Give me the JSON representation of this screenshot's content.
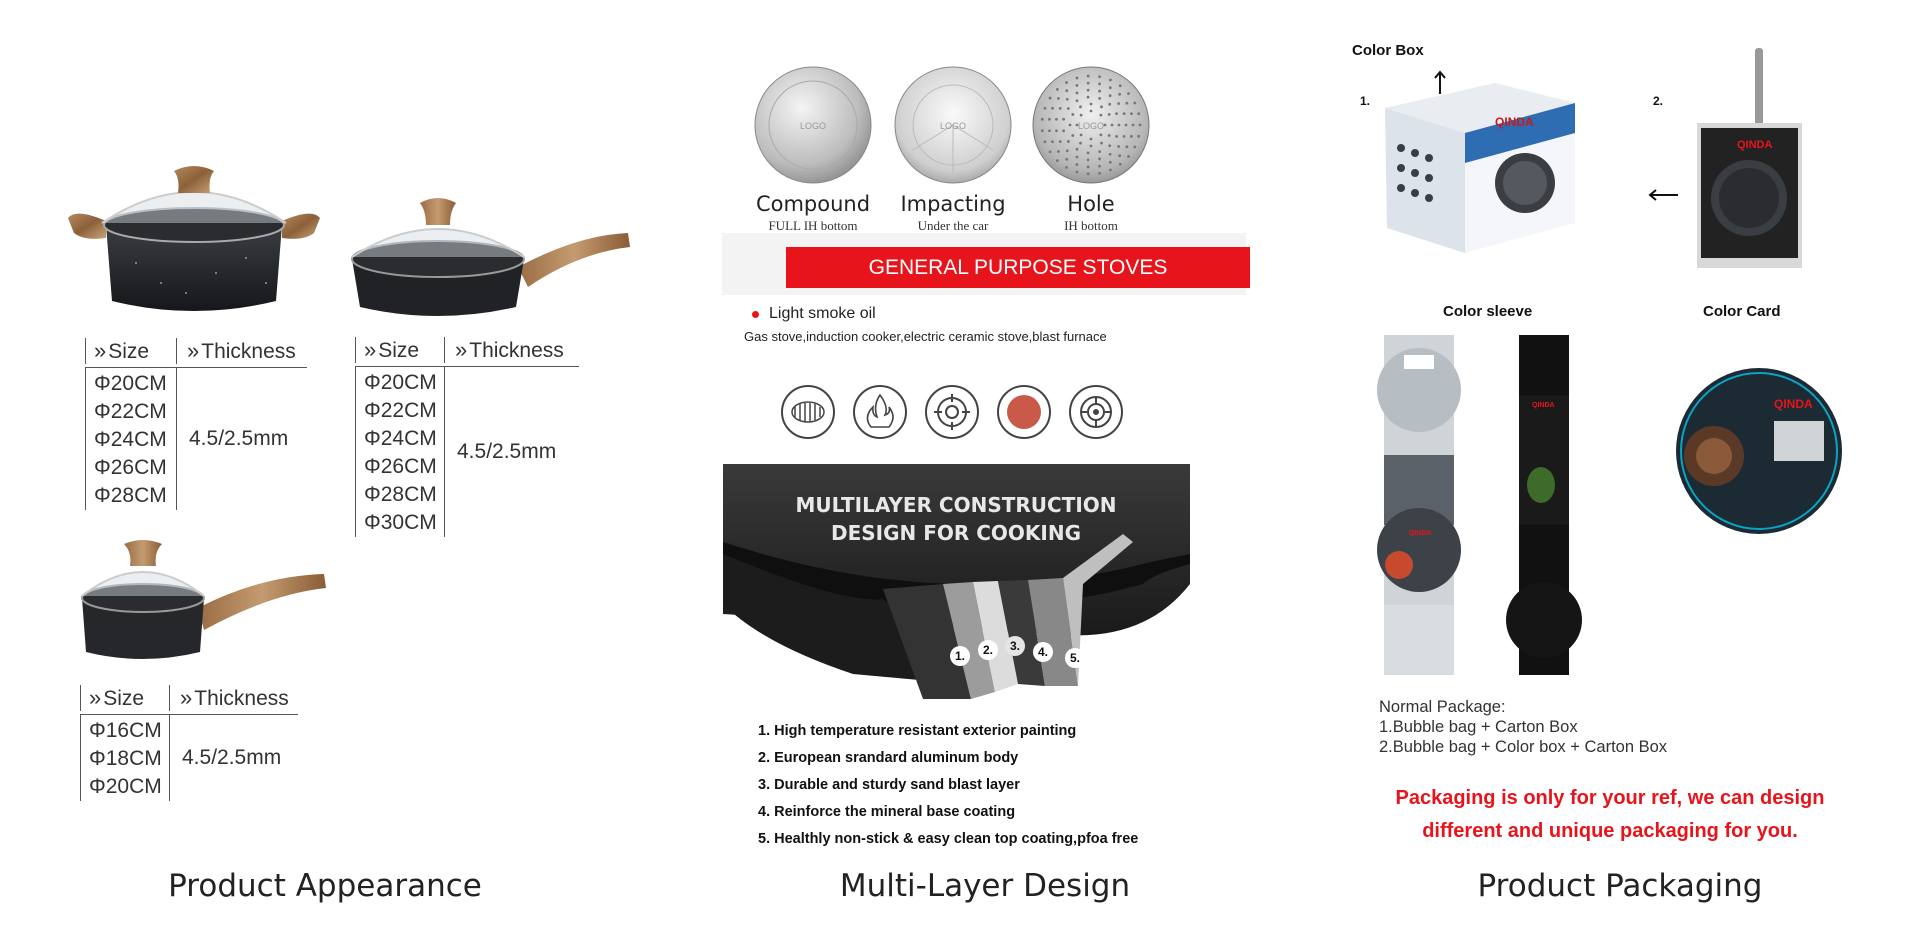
{
  "panel_appearance": {
    "caption": "Product Appearance",
    "table1": {
      "size_header": "Size",
      "thickness_header": "Thickness",
      "sizes": [
        "Φ20CM",
        "Φ22CM",
        "Φ24CM",
        "Φ26CM",
        "Φ28CM"
      ],
      "thickness": "4.5/2.5mm"
    },
    "table2": {
      "size_header": "Size",
      "thickness_header": "Thickness",
      "sizes": [
        "Φ20CM",
        "Φ22CM",
        "Φ24CM",
        "Φ26CM",
        "Φ28CM",
        "Φ30CM"
      ],
      "thickness": "4.5/2.5mm"
    },
    "table3": {
      "size_header": "Size",
      "thickness_header": "Thickness",
      "sizes": [
        "Φ16CM",
        "Φ18CM",
        "Φ20CM"
      ],
      "thickness": "4.5/2.5mm"
    }
  },
  "panel_multilayer": {
    "caption": "Multi-Layer Design",
    "bottoms": [
      {
        "name": "Compound",
        "sub": "FULL IH bottom",
        "logo": "LOGO"
      },
      {
        "name": "Impacting",
        "sub": "Under the car",
        "logo": "LOGO"
      },
      {
        "name": "Hole",
        "sub": "IH bottom",
        "logo": "LOGO"
      }
    ],
    "banner": "GENERAL PURPOSE STOVES",
    "bullet": "Light smoke oil",
    "stoves": "Gas stove,induction cooker,electric ceramic stove,blast furnace",
    "stove_icons": [
      "coil-stove-icon",
      "flame-icon",
      "gas-burner-icon",
      "ceramic-plate-icon",
      "induction-icon"
    ],
    "construction_title_1": "MULTILAYER CONSTRUCTION",
    "construction_title_2": "DESIGN FOR COOKING",
    "layer_numbers": [
      "1.",
      "2.",
      "3.",
      "4.",
      "5."
    ],
    "features": [
      "1. High temperature resistant exterior painting",
      "2. European srandard aluminum body",
      "3. Durable and sturdy sand blast layer",
      "4. Reinforce the mineral base coating",
      "5. Healthly non-stick & easy clean top coating,pfoa free"
    ]
  },
  "panel_packaging": {
    "caption": "Product Packaging",
    "color_box": "Color Box",
    "num1": "1.",
    "num2": "2.",
    "color_sleeve": "Color sleeve",
    "color_card": "Color Card",
    "brand": "QINDA",
    "normal_package_title": "Normal Package:",
    "normal_package_items": [
      "1.Bubble bag + Carton Box",
      "2.Bubble bag + Color box + Carton Box"
    ],
    "note_line1": "Packaging is only for your ref, we can design",
    "note_line2": "different and unique packaging for you.",
    "accent_color": "#e8141b"
  }
}
